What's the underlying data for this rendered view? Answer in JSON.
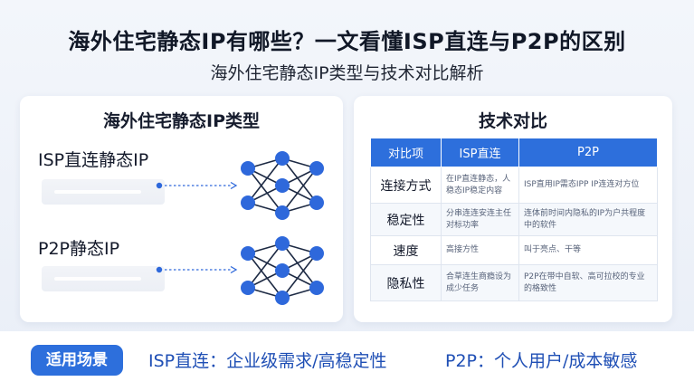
{
  "header": {
    "title": "海外住宅静态IP有哪些？一文看懂ISP直连与P2P的区别",
    "subtitle": "海外住宅静态IP类型与技术对比解析"
  },
  "types_panel": {
    "title": "海外住宅静态IP类型",
    "items": [
      {
        "label": "ISP直连静态IP",
        "icon": "neural-network-icon"
      },
      {
        "label": "P2P静态IP",
        "icon": "neural-network-icon"
      }
    ]
  },
  "compare_panel": {
    "title": "技术对比",
    "columns": [
      "对比项",
      "ISP直连",
      "P2P"
    ],
    "rows": [
      {
        "item": "连接方式",
        "isp": "在IP直连静态，人稳态IP稳定内容",
        "p2p": "ISP直用IP需态IPP IP连连对方位"
      },
      {
        "item": "稳定性",
        "isp": "分串连连安连主任对标功率",
        "p2p": "连体前时间内隐私的IP为户共程度中的软件"
      },
      {
        "item": "速度",
        "isp": "高接方性",
        "p2p": "叫于亮点、干等"
      },
      {
        "item": "隐私性",
        "isp": "合草连生商瘾设为成少任务",
        "p2p": "P2P在带中自软、高可拉校的专业的格致性"
      }
    ]
  },
  "scenarios": {
    "badge": "适用场景",
    "isp": "ISP直连：企业级需求/高稳定性",
    "p2p": "P2P：个人用户/成本敏感"
  },
  "colors": {
    "accent": "#2d6fdc",
    "node": "#2e68db",
    "scenario_text": "#1f4fb5"
  }
}
